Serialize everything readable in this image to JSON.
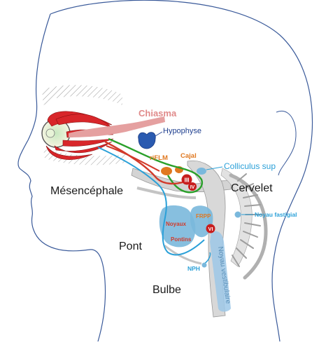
{
  "labels": {
    "chiasma": "Chiasma",
    "hypophyse": "Hypophyse",
    "riflm": "riFLM",
    "cajal": "Cajal",
    "colliculus_sup": "Colliculus sup",
    "mesencephale": "Mésencéphale",
    "cervelet": "Cervelet",
    "noyau_fastigial": "Noyau fastigial",
    "noyaux": "Noyaux",
    "frpp": "FRPP",
    "pontins": "Pontins",
    "pont": "Pont",
    "nph": "NPH",
    "noyau_vestibulaire": "Noyau vestibulaire",
    "bulbe": "Bulbe",
    "nerve_iii": "III",
    "nerve_iv": "IV",
    "nerve_vi": "VI"
  },
  "colors": {
    "outline": "#3a5a9a",
    "muscle_red": "#d8262a",
    "chiasma_pink": "#e5a0a0",
    "green_path": "#2aa02a",
    "cyan_path": "#2aa0d8",
    "orange_nucleus": "#e07820",
    "nucleus_red": "#c81e1e",
    "brainstem_grey": "#c8c8c8",
    "vestibular_blue": "#9ec8e8",
    "hypophyse_blue": "#2a5ab0"
  }
}
